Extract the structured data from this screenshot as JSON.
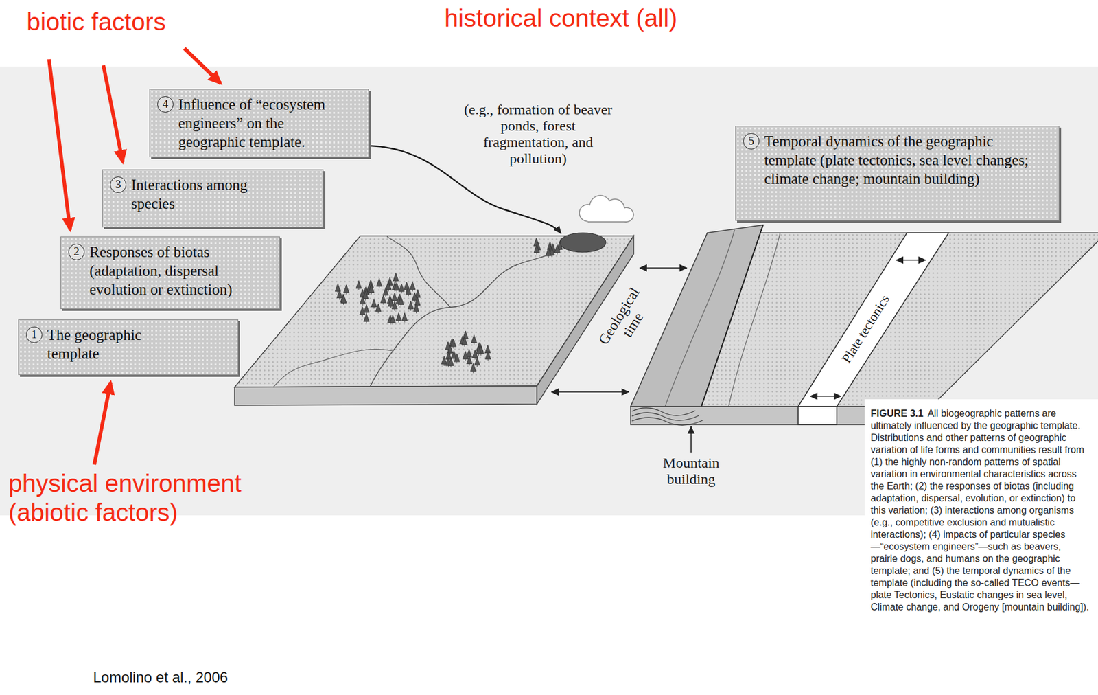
{
  "diagram": {
    "caption": "All biogeographic patterns are ultimately influenced by the geographic template. Distributions and other patterns of geographic variation of life forms and communities result from (1) the highly non-random patterns of spatial variation in environmental characteristics across the Earth; (2) the responses of biotas (including adaptation, dispersal, evolution, or extinction) to this variation; (3) interactions among organisms (e.g., competitive exclusion and mutualistic interactions); (4) impacts of particular species—“ecosystem engineers”—such as beavers, prairie dogs, and humans on the geographic template; and (5) the temporal dynamics of the template (including the so-called TECO events—plate Tectonics, Eustatic changes in sea level, Climate change, and Orogeny [mountain building]).",
    "nodes": [
      {
        "text": [
          "1",
          "The geographic template"
        ]
      },
      {
        "text": [
          "2",
          "Responses of biotas (adaptation, dispersal evolution or extinction)"
        ]
      },
      {
        "text": [
          "3",
          "Interactions among species"
        ]
      },
      {
        "text": [
          "4",
          "Influence of “ecosystem engineers” on the geographic template."
        ]
      },
      {
        "text": [
          "5",
          "Temporal dynamics of the geographic template (plate tectonics, sea level changes; climate change; mountain building)"
        ]
      }
    ],
    "labels": [
      "biotic factors",
      "historical context (all)",
      "physical environment (abiotic factors)",
      "(e.g., formation of beaver ponds, forest fragmentation, and pollution)",
      "Geological time",
      "Plate tectonics",
      "Mountain building",
      "FIGURE 3.1",
      "Lomolino et al., 2006"
    ]
  }
}
